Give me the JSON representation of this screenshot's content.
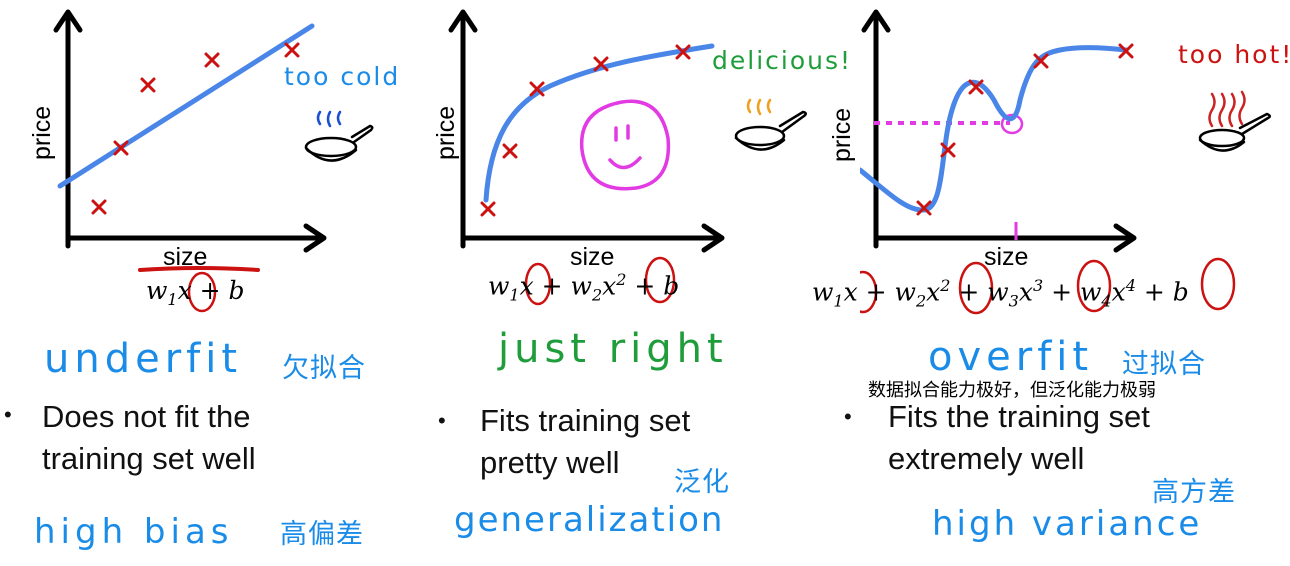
{
  "panels": [
    {
      "ylabel": "price",
      "xlabel": "size",
      "formula": {
        "terms": [
          "w",
          "1",
          "x",
          "+ b"
        ]
      },
      "title": "underfit",
      "title_cn": "欠拟合",
      "temp_label": "too cold",
      "bullet": [
        "Does not fit the",
        "training set well"
      ],
      "tag": "high bias",
      "tag_cn": "高偏差"
    },
    {
      "ylabel": "price",
      "xlabel": "size",
      "title": "just right",
      "temp_label": "delicious!",
      "bullet": [
        "Fits training set",
        "pretty well"
      ],
      "bullet_cn": "泛化",
      "tag": "generalization"
    },
    {
      "ylabel": "price",
      "xlabel": "size",
      "title": "overfit",
      "title_cn": "过拟合",
      "note": "数据拟合能力极好，但泛化能力极弱",
      "temp_label": "too hot!",
      "bullet": [
        "Fits the training set",
        "extremely well"
      ],
      "bullet_cn": "高方差",
      "tag": "high variance"
    }
  ],
  "colors": {
    "curve": "#4a86e8",
    "points": "#cc1111",
    "annotation_red": "#cc1111",
    "blue_ink": "#1a8ce8",
    "green_ink": "#1f9d3a",
    "smiley": "#e33be3",
    "dotted": "#e33be3",
    "steam_blue": "#1a4fd0",
    "steam_orange": "#f0a020",
    "steam_red": "#cc2222"
  },
  "icons": [
    "pan-icon",
    "steam-icon",
    "smiley-icon"
  ]
}
